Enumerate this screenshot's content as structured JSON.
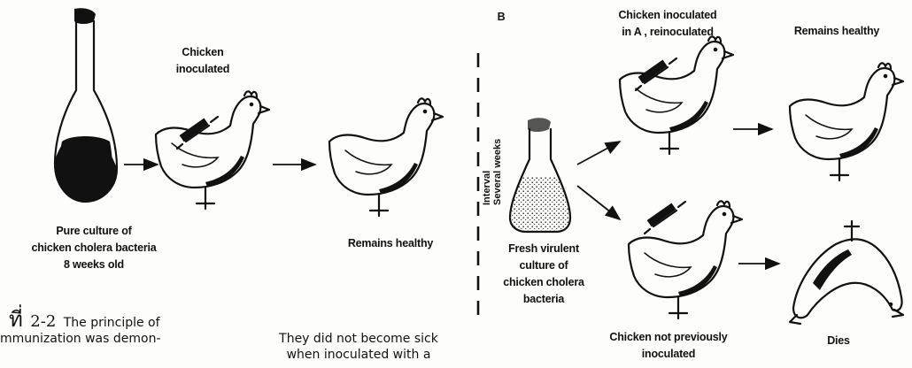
{
  "panel_b_letter": "B",
  "labels": {
    "flask_a": [
      "Pure culture of",
      "chicken cholera bacteria",
      "8 weeks old"
    ],
    "chicken_a1": [
      "Chicken",
      "inoculated"
    ],
    "chicken_a2": "Remains healthy",
    "interval": [
      "Interval",
      "Several weeks"
    ],
    "flask_b": [
      "Fresh virulent",
      "culture of",
      "chicken cholera",
      "bacteria"
    ],
    "chicken_b1": [
      "Chicken inoculated",
      "in  A , reinoculated"
    ],
    "chicken_b2": "Remains healthy",
    "chicken_b3": [
      "Chicken not previously",
      "inoculated"
    ],
    "chicken_b4": "Dies"
  },
  "caption": {
    "thai_prefix": "ที่",
    "figure_number": "2-2",
    "line1": "The principle of",
    "line2": "mmunization was demon-",
    "right_line1": "They did not become sick",
    "right_line2": "when inoculated with a"
  },
  "colors": {
    "ink": "#111111",
    "paper": "#fdfdfb"
  }
}
